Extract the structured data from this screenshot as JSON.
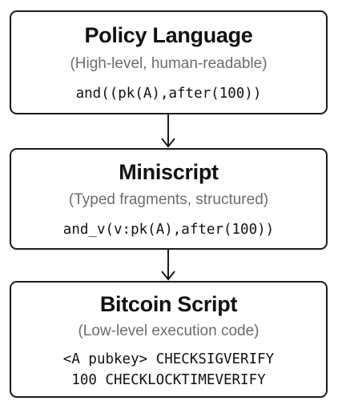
{
  "boxes": {
    "policy": {
      "title": "Policy Language",
      "subtitle": "(High-level, human-readable)",
      "code": "and((pk(A),after(100))"
    },
    "miniscript": {
      "title": "Miniscript",
      "subtitle": "(Typed fragments, structured)",
      "code": "and_v(v:pk(A),after(100))"
    },
    "bitcoin": {
      "title": "Bitcoin Script",
      "subtitle": "(Low-level execution code)",
      "code_line1": "<A pubkey> CHECKSIGVERIFY",
      "code_line2": "100 CHECKLOCKTIMEVERIFY"
    }
  },
  "colors": {
    "border": "#1a1a1a",
    "title": "#111111",
    "subtitle": "#6b6b6b",
    "arrow": "#1a1a1a"
  },
  "icons": {
    "arrows": "arrow-down-icon"
  }
}
